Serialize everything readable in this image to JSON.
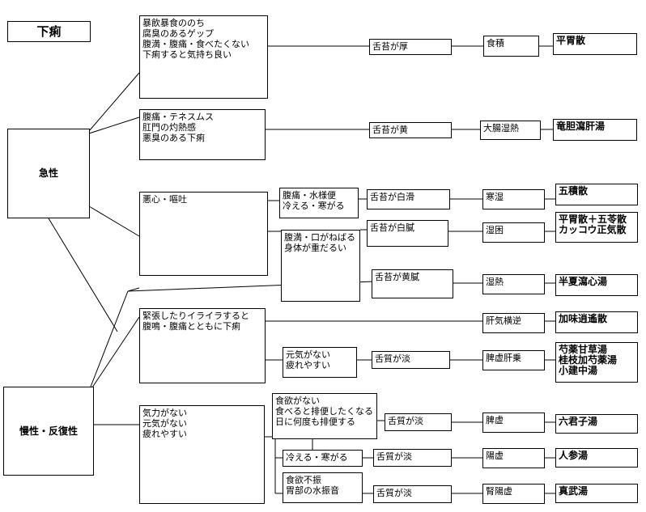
{
  "title": "下痢",
  "categories": {
    "acute": "急性",
    "chronic": "慢性・反復性"
  },
  "symptoms": {
    "s1": "暴飲暴食ののち\n腐臭のあるゲップ\n腹満・腹痛・食べたくない\n下痢すると気持ち良い",
    "s2": "腹痛・テネスムス\n肛門の灼熱感\n悪臭のある下痢",
    "s3": "悪心・嘔吐",
    "s3a": "腹痛・水様便\n冷える・寒がる",
    "s3b": "腹満・口がねばる\n身体が重だるい",
    "s4": "緊張したりイライラすると\n腹鳴・腹痛とともに下痢",
    "s4a": "元気がない\n疲れやすい",
    "s5": "気力がない\n元気がない\n疲れやすい",
    "s5a": "食欲がない\n食べると排便したくなる\n日に何度も排便する",
    "s5b": "冷える・寒がる",
    "s5c": "食欲不振\n胃部の水振音"
  },
  "tongue": {
    "t1": "舌苔が厚",
    "t2": "舌苔が黄",
    "t3": "舌苔が白滑",
    "t4": "舌苔が白膩",
    "t5": "舌苔が黄膩",
    "t6": "舌質が淡",
    "t7": "舌質が淡",
    "t8": "舌質が淡",
    "t9": "舌質が淡"
  },
  "patterns": {
    "p1": "食積",
    "p2": "大腸湿熱",
    "p3": "寒湿",
    "p4": "湿困",
    "p5": "湿熱",
    "p6": "肝気横逆",
    "p7": "脾虚肝乗",
    "p8": "脾虚",
    "p9": "陽虚",
    "p10": "腎陽虚"
  },
  "remedies": {
    "r1": "平胃散",
    "r2": "竜胆瀉肝湯",
    "r3": "五積散",
    "r4": "平胃散＋五苓散\nカッコウ正気散",
    "r5": "半夏瀉心湯",
    "r6": "加味逍遙散",
    "r7": "芍薬甘草湯\n桂枝加芍薬湯\n小建中湯",
    "r8": "六君子湯",
    "r9": "人参湯",
    "r10": "真武湯"
  }
}
